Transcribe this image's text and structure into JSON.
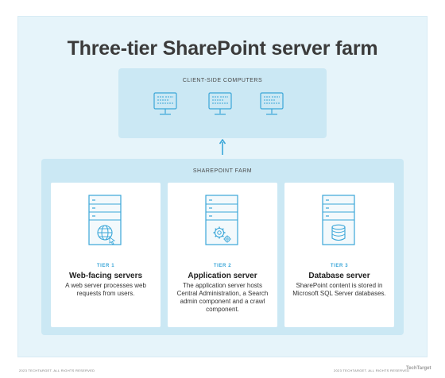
{
  "title": "Three-tier SharePoint server farm",
  "client": {
    "label": "CLIENT-SIDE COMPUTERS",
    "computers": 3
  },
  "farm": {
    "label": "SHAREPOINT FARM",
    "tiers": [
      {
        "number": "TIER 1",
        "name": "Web-facing servers",
        "description": "A web server processes web requests from users.",
        "icon": "globe-icon"
      },
      {
        "number": "TIER 2",
        "name": "Application server",
        "description": "The application server hosts Central Administration, a Search admin component and a crawl component.",
        "icon": "gears-icon"
      },
      {
        "number": "TIER 3",
        "name": "Database server",
        "description": "SharePoint content is stored in Microsoft SQL Server databases.",
        "icon": "database-icon"
      }
    ]
  },
  "footer": {
    "left": "2023 TECHTARGET. ALL RIGHTS RESERVED",
    "right": "2023 TECHTARGET. ALL RIGHTS RESERVED",
    "logo": "TechTarget"
  },
  "colors": {
    "background_panel": "#e6f4fa",
    "section_fill": "#cbe8f4",
    "accent": "#3aa6d8",
    "icon_stroke": "#3aa6d8"
  }
}
